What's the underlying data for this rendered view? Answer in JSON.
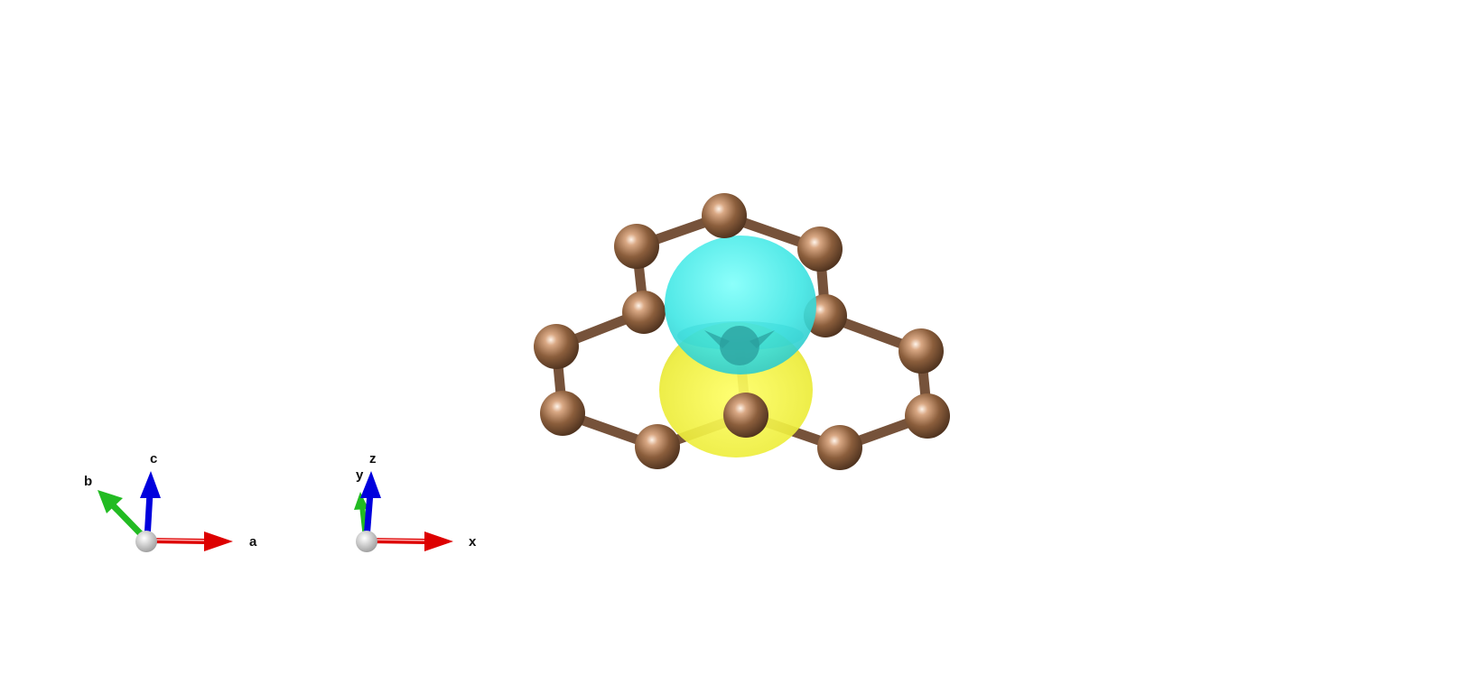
{
  "colors": {
    "background": "#ffffff",
    "atom": "#8b5e3c",
    "atom_highlight": "#fff1e6",
    "bond": "#76523a",
    "lobe_positive": "#3ff5f0",
    "lobe_negative": "#f0f03a",
    "axis_a": "#dd0000",
    "axis_b": "#22bb22",
    "axis_c": "#0000dd",
    "axis_origin": "#cfcfcf"
  },
  "scene": {
    "molecule_type": "carbon cluster",
    "atom_count": 13,
    "orbital_lobes": [
      "cyan",
      "yellow"
    ]
  },
  "axes": {
    "lattice": {
      "a_label": "a",
      "b_label": "b",
      "c_label": "c"
    },
    "cartesian": {
      "x_label": "x",
      "y_label": "y",
      "z_label": "z"
    }
  }
}
